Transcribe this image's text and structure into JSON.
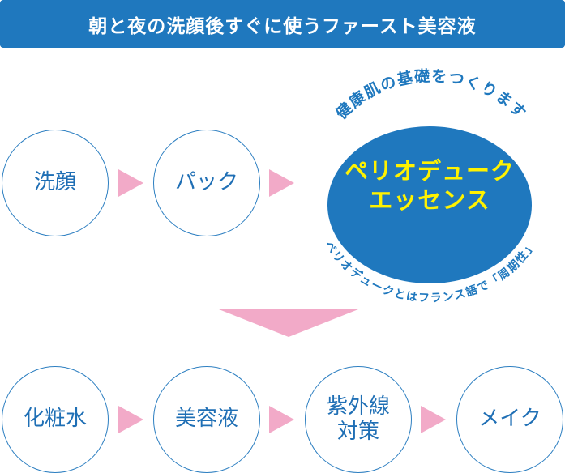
{
  "banner": {
    "title": "朝と夜の洗顔後すぐに使うファースト美容液"
  },
  "top_steps": [
    {
      "label": "洗顔"
    },
    {
      "label": "パック"
    }
  ],
  "featured": {
    "name_line1": "ペリオデューク",
    "name_line2": "エッセンス",
    "arc_top": "健康肌の基礎をつくります",
    "arc_bottom": "ペリオデュークとはフランス語で「周期性」"
  },
  "bottom_steps": [
    {
      "label": "化粧水"
    },
    {
      "label": "美容液"
    },
    {
      "label": "紫外線\n対策"
    },
    {
      "label": "メイク"
    }
  ],
  "colors": {
    "primary_blue": "#1f78be",
    "text_blue": "#1f6fb5",
    "arrow_pink": "#f2aac8",
    "highlight_yellow": "#fff200"
  }
}
